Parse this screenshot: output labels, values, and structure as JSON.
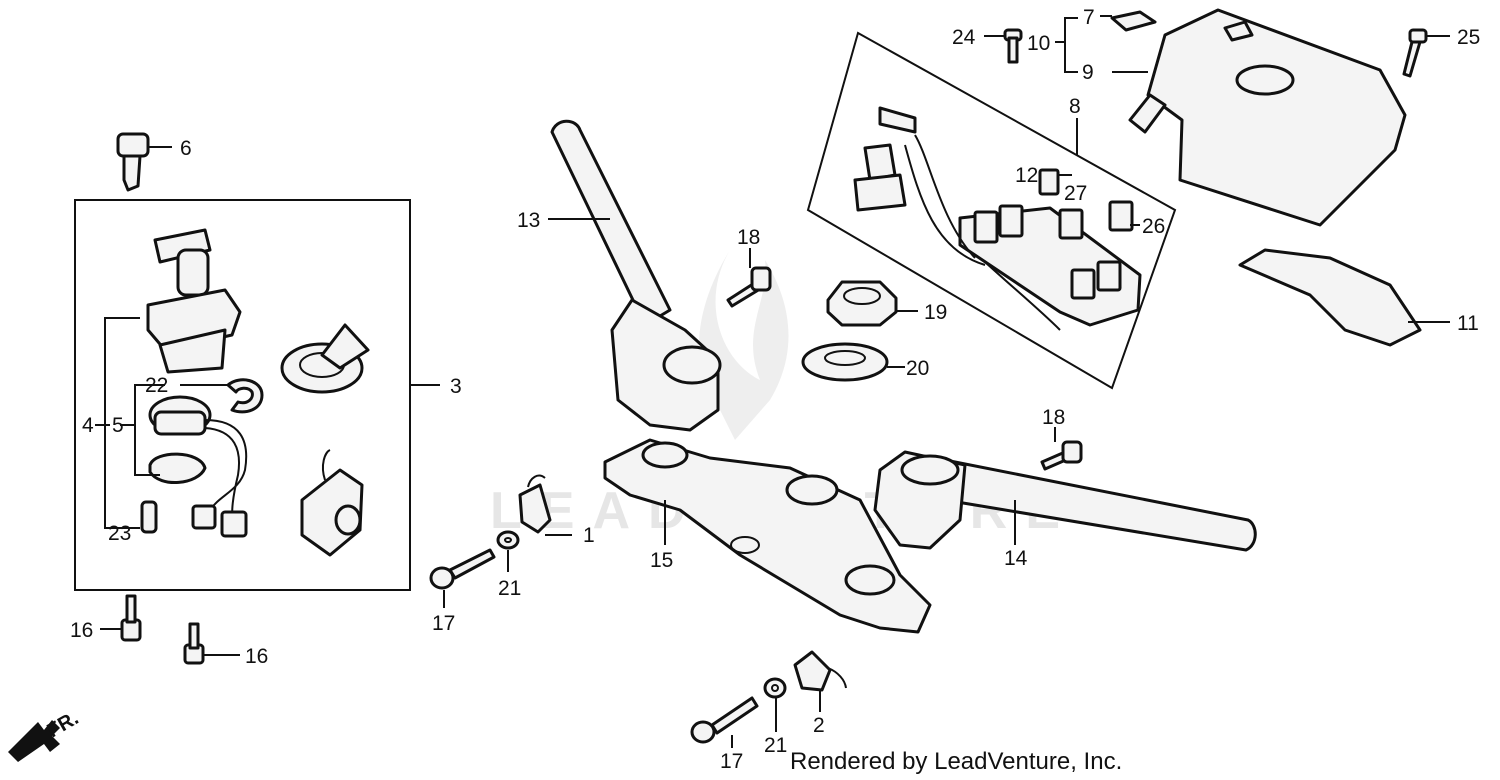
{
  "labels": {
    "l1": "1",
    "l2": "2",
    "l3": "3",
    "l4": "4",
    "l5": "5",
    "l6": "6",
    "l7": "7",
    "l8": "8",
    "l9": "9",
    "l10": "10",
    "l11": "11",
    "l12": "12",
    "l13": "13",
    "l14": "14",
    "l15": "15",
    "l16a": "16",
    "l16b": "16",
    "l17a": "17",
    "l17b": "17",
    "l18a": "18",
    "l18b": "18",
    "l19": "19",
    "l20": "20",
    "l21a": "21",
    "l21b": "21",
    "l22": "22",
    "l23": "23",
    "l24": "24",
    "l25": "25",
    "l26": "26",
    "l27": "27"
  },
  "direction": "FR.",
  "watermark": "LEADVENTURE",
  "credit": "Rendered by LeadVenture, Inc."
}
